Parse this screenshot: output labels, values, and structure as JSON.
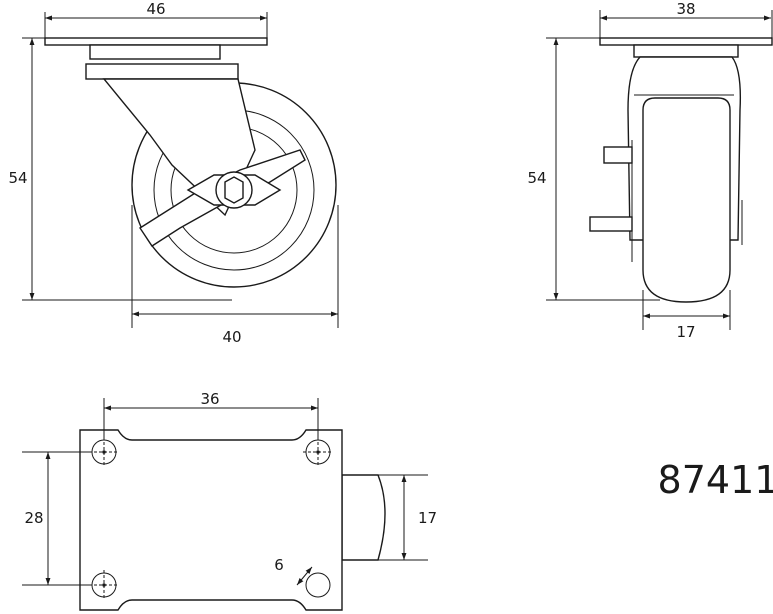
{
  "model_number": "87411",
  "side_view": {
    "top_plate_width": "46",
    "overall_height": "54",
    "wheel_diameter": "40"
  },
  "front_view": {
    "top_plate_width": "38",
    "overall_height": "54",
    "wheel_width": "17"
  },
  "plate_view": {
    "hole_spacing_x": "36",
    "hole_spacing_y": "28",
    "wheel_width": "17",
    "hole_diameter": "6"
  }
}
